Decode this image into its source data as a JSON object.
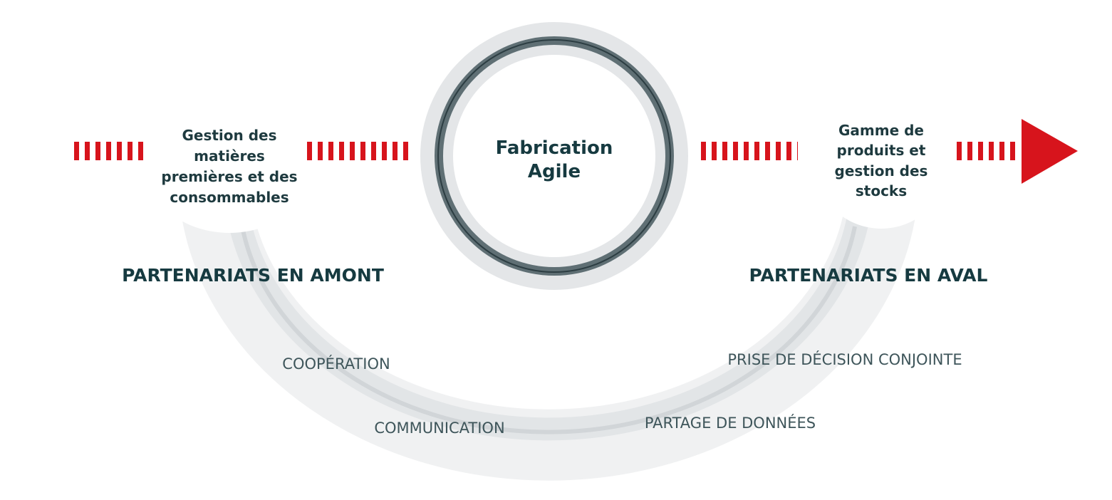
{
  "colors": {
    "accent_red": "#d7141c",
    "text_dark": "#163a40",
    "ring_dark": "#5f6f74",
    "ring_light": "#e4e6e8",
    "arc_light": "#eef0f1",
    "arc_mid": "#d6d9db"
  },
  "center": {
    "lines": [
      "Fabrication",
      "Agile"
    ]
  },
  "upstream": {
    "node_lines": [
      "Gestion des",
      "matières",
      "premières et des",
      "consommables"
    ],
    "heading": "PARTENARIATS EN AMONT"
  },
  "downstream": {
    "node_lines": [
      "Gamme de",
      "produits et",
      "gestion des",
      "stocks"
    ],
    "heading": "PARTENARIATS EN AVAL"
  },
  "arc_labels": {
    "cooperation": "COOPÉRATION",
    "communication": "COMMUNICATION",
    "decision": "PRISE DE DÉCISION CONJOINTE",
    "data_sharing": "PARTAGE DE DONNÉES"
  },
  "icons": {
    "flow_arrow": "arrow-right-icon"
  }
}
